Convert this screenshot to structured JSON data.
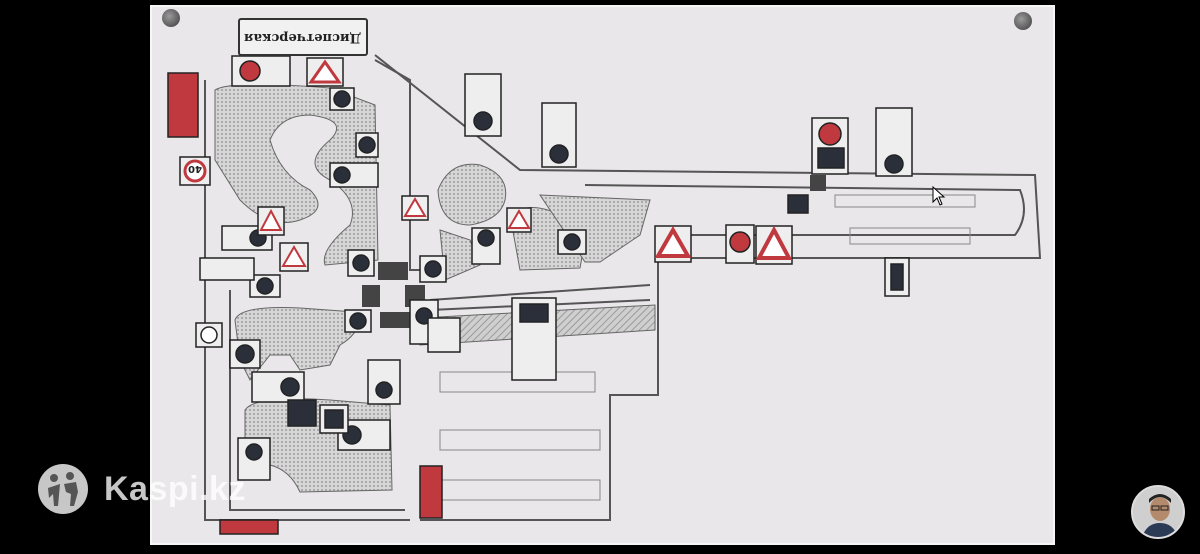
{
  "video": {
    "watermark_text": "Kaspi.kz",
    "watermark_icon": "kaspi-people-logo-icon",
    "presenter_avatar": "presenter-webcam-avatar",
    "cursor": "mouse-pointer-icon"
  },
  "map": {
    "dispatch_label": "Диспетчерская",
    "speed_limit_sign": "40",
    "colors": {
      "paper": "#e9e7e9",
      "road_line": "#555555",
      "grass_hatch": "#b9b9b9",
      "sign_red": "#c0393f",
      "sign_blue": "#2a2f3a"
    }
  }
}
